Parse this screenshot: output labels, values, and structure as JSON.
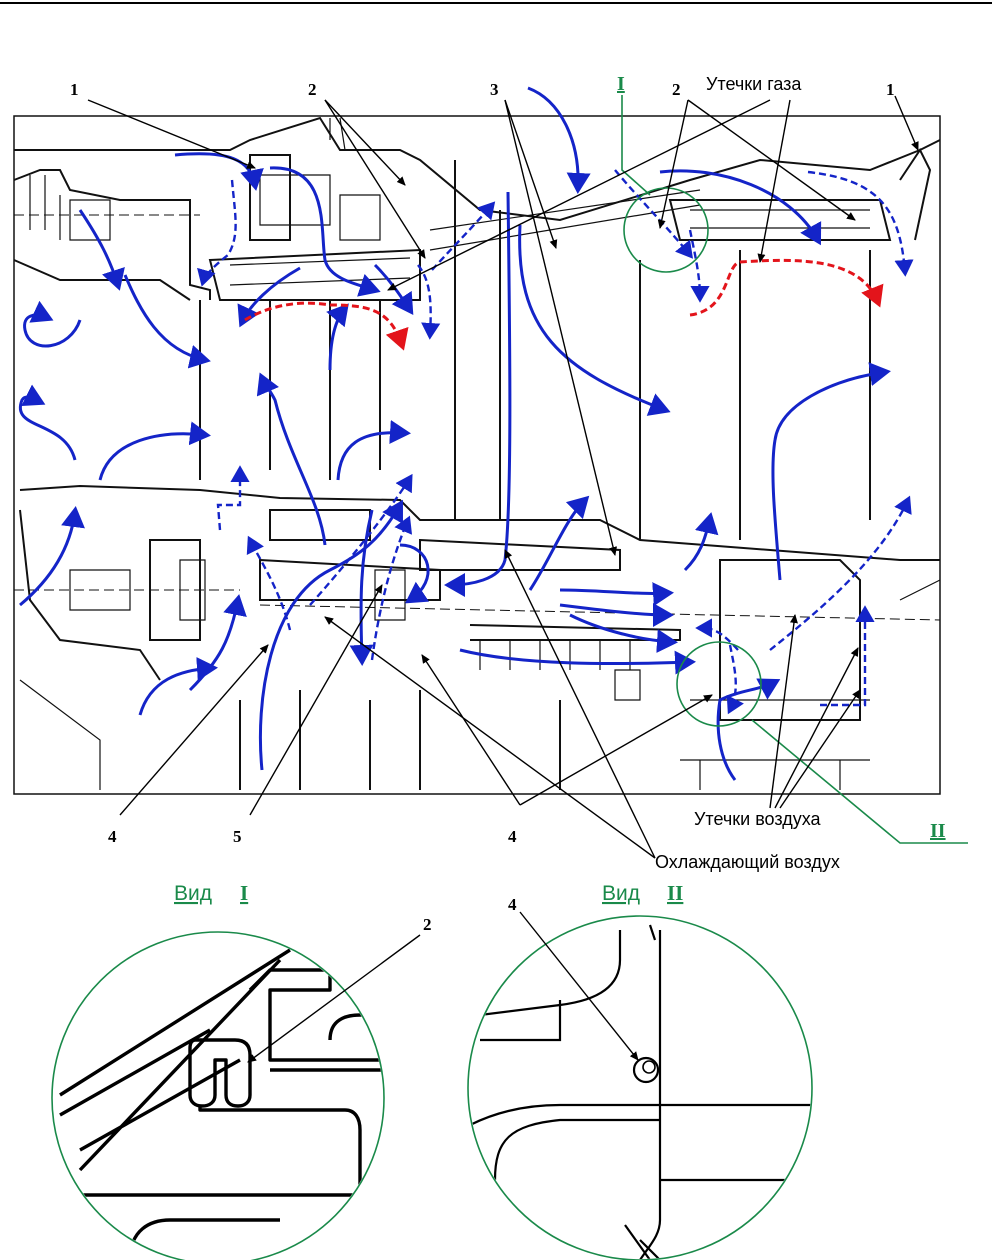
{
  "callouts": {
    "top_1_left": "1",
    "top_2_left": "2",
    "top_3": "3",
    "top_view_I": "I",
    "top_2_right": "2",
    "top_1_right": "1",
    "bottom_4_left": "4",
    "bottom_5": "5",
    "bottom_4_mid": "4",
    "bottom_view_II": "II",
    "detail_I_2": "2",
    "detail_II_4": "4"
  },
  "annotations": {
    "gas_leaks": "Утечки газа",
    "air_leaks": "Утечки  воздуха",
    "cooling_air": "Охлаждающий воздух"
  },
  "details": {
    "view_I": {
      "prefix": "Вид",
      "numeral": "I"
    },
    "view_II": {
      "prefix": "Вид",
      "numeral": "II"
    }
  },
  "colors": {
    "cooling_flow": "#1424c8",
    "gas_leak": "#e3141b",
    "detail_outline": "#1a8a4a"
  }
}
